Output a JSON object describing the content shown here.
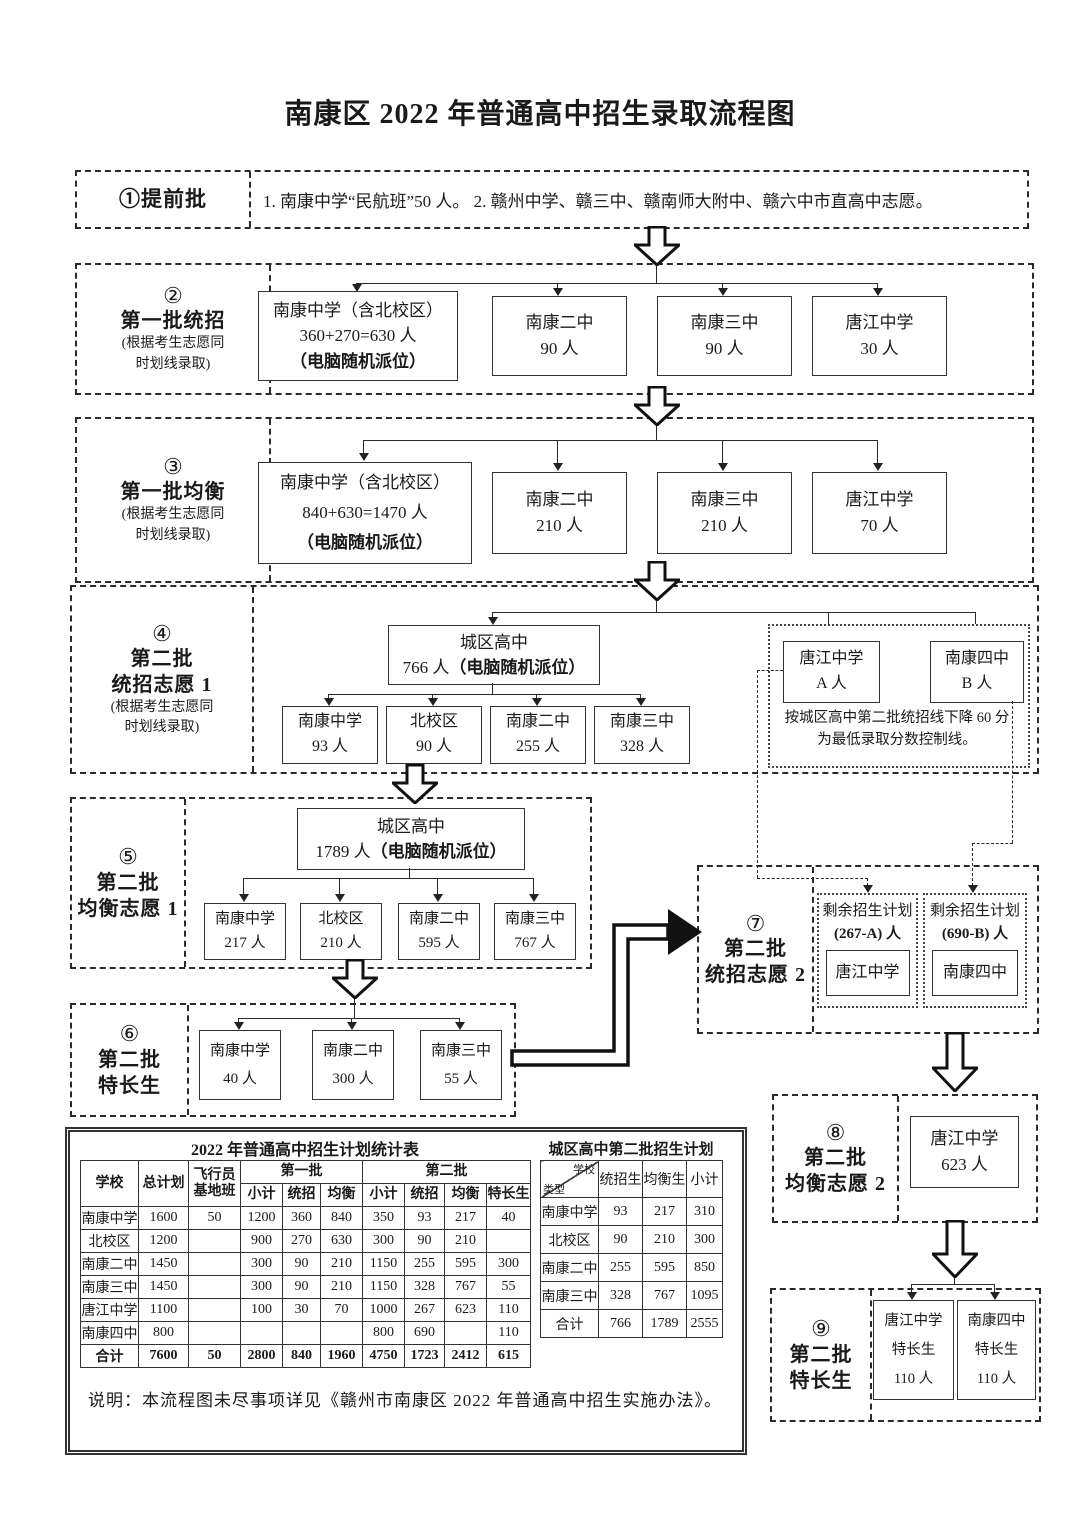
{
  "page": {
    "title": "南康区 2022 年普通高中招生录取流程图"
  },
  "flow": {
    "s1": {
      "num_label": "①提前批",
      "content": "1. 南康中学“民航班”50 人。  2. 赣州中学、赣三中、赣南师大附中、赣六中市直高中志愿。"
    },
    "s2": {
      "num": "②",
      "title": "第一批统招",
      "note1": "(根据考生志愿同",
      "note2": "时划线录取)",
      "main_box": {
        "l1": "南康中学（含北校区）",
        "l2": "360+270=630 人",
        "l3": "（电脑随机派位）"
      },
      "boxes": [
        {
          "name": "南康二中",
          "count": "90 人"
        },
        {
          "name": "南康三中",
          "count": "90 人"
        },
        {
          "name": "唐江中学",
          "count": "30 人"
        }
      ]
    },
    "s3": {
      "num": "③",
      "title": "第一批均衡",
      "note1": "(根据考生志愿同",
      "note2": "时划线录取)",
      "main_box": {
        "l1": "南康中学（含北校区）",
        "l2": "840+630=1470 人",
        "l3": "（电脑随机派位）"
      },
      "boxes": [
        {
          "name": "南康二中",
          "count": "210 人"
        },
        {
          "name": "南康三中",
          "count": "210 人"
        },
        {
          "name": "唐江中学",
          "count": "70 人"
        }
      ]
    },
    "s4": {
      "num": "④",
      "title1": "第二批",
      "title2": "统招志愿 1",
      "note1": "(根据考生志愿同",
      "note2": "时划线录取)",
      "hub": {
        "l1": "城区高中",
        "l2a": "766 人",
        "l2b": "（电脑随机派位）"
      },
      "boxes": [
        {
          "name": "南康中学",
          "count": "93 人"
        },
        {
          "name": "北校区",
          "count": "90 人"
        },
        {
          "name": "南康二中",
          "count": "255 人"
        },
        {
          "name": "南康三中",
          "count": "328 人"
        }
      ],
      "side": {
        "box_a": {
          "name": "唐江中学",
          "count": "A 人"
        },
        "box_b": {
          "name": "南康四中",
          "count": "B 人"
        },
        "note1": "按城区高中第二批统招线下降 60 分",
        "note2": "为最低录取分数控制线。"
      }
    },
    "s5": {
      "num": "⑤",
      "title1": "第二批",
      "title2": "均衡志愿 1",
      "hub": {
        "l1": "城区高中",
        "l2a": "1789 人",
        "l2b": "（电脑随机派位）"
      },
      "boxes": [
        {
          "name": "南康中学",
          "count": "217 人"
        },
        {
          "name": "北校区",
          "count": "210 人"
        },
        {
          "name": "南康二中",
          "count": "595 人"
        },
        {
          "name": "南康三中",
          "count": "767 人"
        }
      ]
    },
    "s6": {
      "num": "⑥",
      "title1": "第二批",
      "title2": "特长生",
      "boxes": [
        {
          "name": "南康中学",
          "count": "40 人"
        },
        {
          "name": "南康二中",
          "count": "300 人"
        },
        {
          "name": "南康三中",
          "count": "55 人"
        }
      ]
    },
    "s7": {
      "num": "⑦",
      "title1": "第二批",
      "title2": "统招志愿 2",
      "boxes": [
        {
          "l1": "剩余招生计划",
          "l2": "(267-A) 人",
          "school": "唐江中学"
        },
        {
          "l1": "剩余招生计划",
          "l2": "(690-B) 人",
          "school": "南康四中"
        }
      ]
    },
    "s8": {
      "num": "⑧",
      "title1": "第二批",
      "title2": "均衡志愿 2",
      "box": {
        "name": "唐江中学",
        "count": "623 人"
      }
    },
    "s9": {
      "num": "⑨",
      "title1": "第二批",
      "title2": "特长生",
      "boxes": [
        {
          "name": "唐江中学",
          "type": "特长生",
          "count": "110 人"
        },
        {
          "name": "南康四中",
          "type": "特长生",
          "count": "110 人"
        }
      ]
    }
  },
  "plan_table": {
    "title": "2022 年普通高中招生计划统计表",
    "headers": {
      "school": "学校",
      "total": "总计划",
      "pilot1": "飞行员",
      "pilot2": "基地班",
      "batch1": "第一批",
      "batch2": "第二批",
      "subtotal": "小计",
      "tongzhao": "统招",
      "junheng": "均衡",
      "techang": "特长生"
    },
    "rows": [
      [
        "南康中学",
        "1600",
        "50",
        "1200",
        "360",
        "840",
        "350",
        "93",
        "217",
        "40"
      ],
      [
        "北校区",
        "1200",
        "",
        "900",
        "270",
        "630",
        "300",
        "90",
        "210",
        ""
      ],
      [
        "南康二中",
        "1450",
        "",
        "300",
        "90",
        "210",
        "1150",
        "255",
        "595",
        "300"
      ],
      [
        "南康三中",
        "1450",
        "",
        "300",
        "90",
        "210",
        "1150",
        "328",
        "767",
        "55"
      ],
      [
        "唐江中学",
        "1100",
        "",
        "100",
        "30",
        "70",
        "1000",
        "267",
        "623",
        "110"
      ],
      [
        "南康四中",
        "800",
        "",
        "",
        "",
        "",
        "800",
        "690",
        "",
        "110"
      ],
      [
        "合计",
        "7600",
        "50",
        "2800",
        "840",
        "1960",
        "4750",
        "1723",
        "2412",
        "615"
      ]
    ]
  },
  "city_table": {
    "title": "城区高中第二批招生计划",
    "corner": {
      "top": "学校",
      "bottom": "类型"
    },
    "headers": [
      "统招生",
      "均衡生",
      "小计"
    ],
    "rows": [
      [
        "南康中学",
        "93",
        "217",
        "310"
      ],
      [
        "北校区",
        "90",
        "210",
        "300"
      ],
      [
        "南康二中",
        "255",
        "595",
        "850"
      ],
      [
        "南康三中",
        "328",
        "767",
        "1095"
      ],
      [
        "合计",
        "766",
        "1789",
        "2555"
      ]
    ]
  },
  "footnote": "说明：本流程图未尽事项详见《赣州市南康区 2022 年普通高中招生实施办法》。"
}
